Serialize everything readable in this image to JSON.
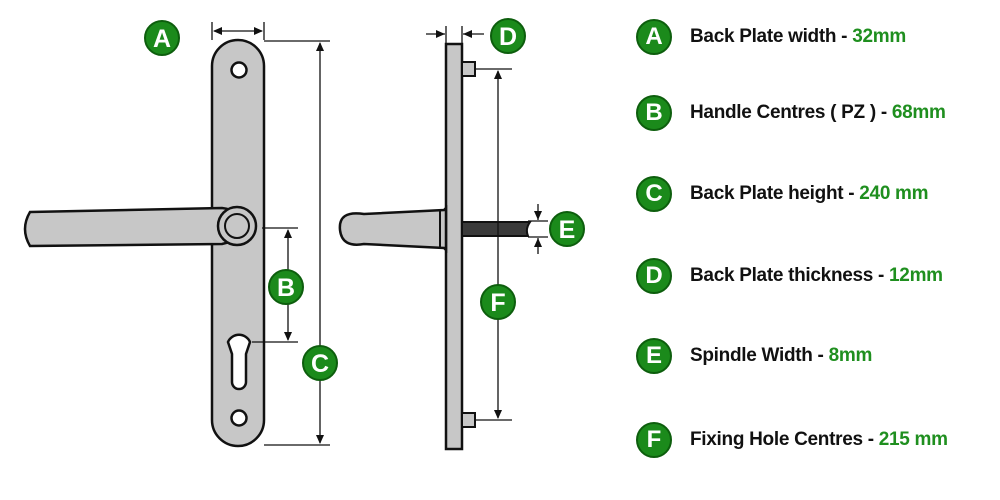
{
  "accent_color": "#1b8a1b",
  "legend": [
    {
      "letter": "A",
      "label": "Back Plate width - ",
      "value": "32mm"
    },
    {
      "letter": "B",
      "label": "Handle Centres ( PZ ) - ",
      "value": "68mm"
    },
    {
      "letter": "C",
      "label": "Back Plate height - ",
      "value": "240 mm"
    },
    {
      "letter": "D",
      "label": "Back Plate thickness - ",
      "value": "12mm"
    },
    {
      "letter": "E",
      "label": "Spindle Width - ",
      "value": "8mm"
    },
    {
      "letter": "F",
      "label": "Fixing Hole Centres - ",
      "value": "215 mm"
    }
  ],
  "markers": {
    "a": "A",
    "b": "B",
    "c": "C",
    "d": "D",
    "e": "E",
    "f": "F"
  }
}
